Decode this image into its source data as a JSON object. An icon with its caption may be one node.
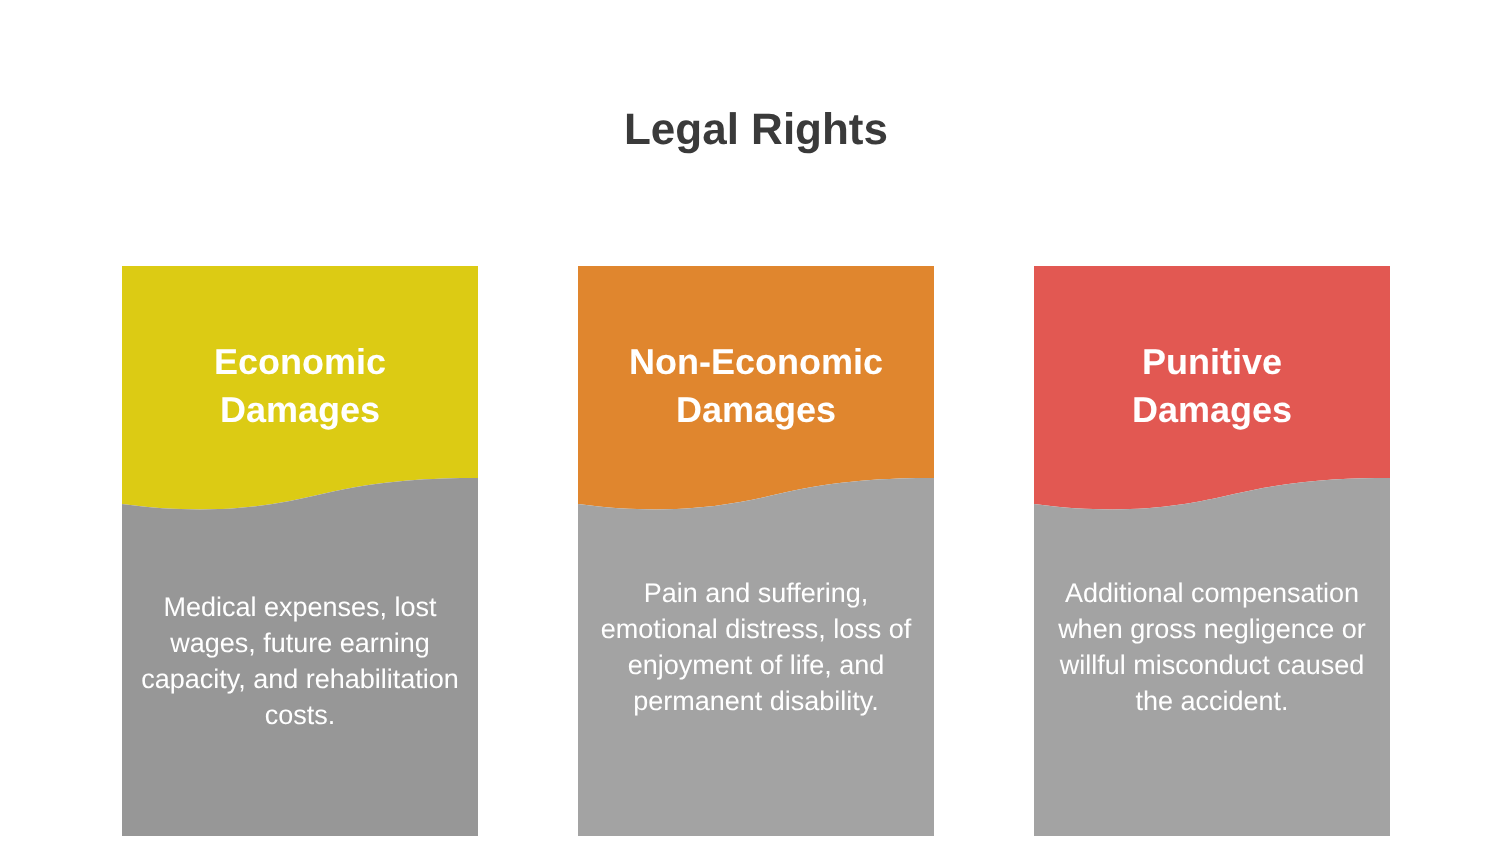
{
  "diagram": {
    "title": "Legal Rights",
    "nodes": [
      {
        "text": [
          "Economic Damages"
        ]
      },
      {
        "text": [
          "Medical expenses, lost wages, future earning capacity, and rehabilitation costs."
        ]
      },
      {
        "text": [
          "Non-Economic Damages"
        ]
      },
      {
        "text": [
          "Pain and suffering, emotional distress, loss of enjoyment of life, and permanent disability."
        ]
      },
      {
        "text": [
          "Punitive Damages"
        ]
      },
      {
        "text": [
          "Additional compensation when gross negligence or willful misconduct caused the accident."
        ]
      }
    ]
  }
}
